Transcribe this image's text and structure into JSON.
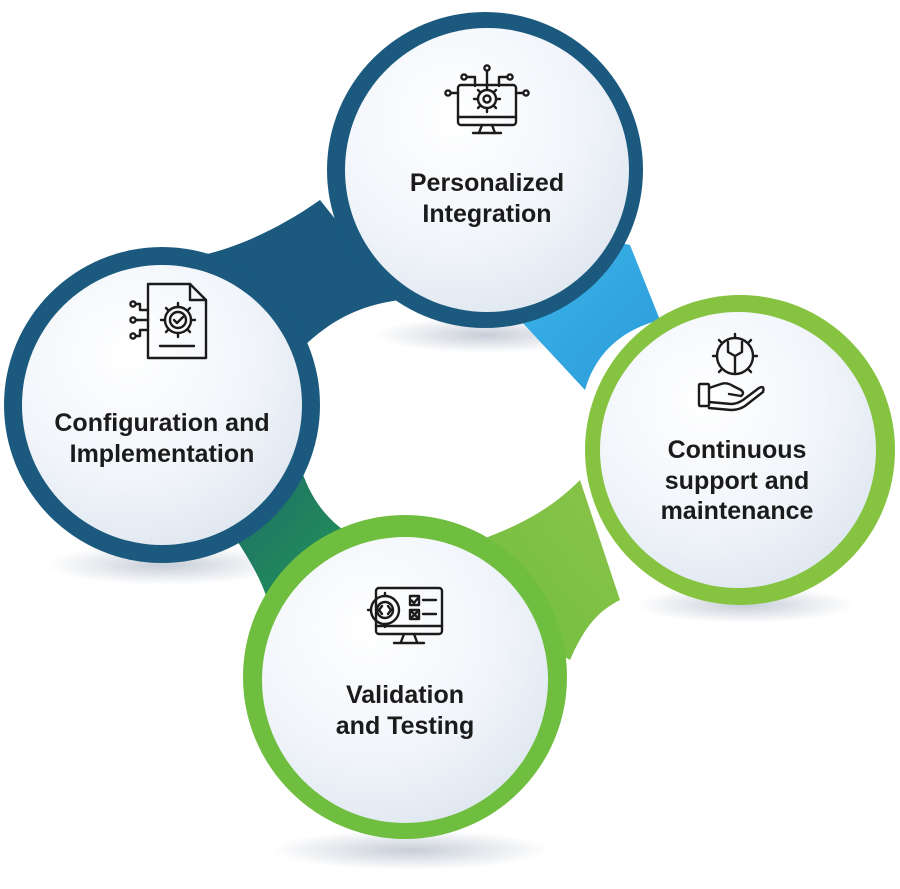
{
  "colors": {
    "navy": "#1b5a7e",
    "sky": "#3ab3ea",
    "green": "#82c13f",
    "teal": "#1f8a63",
    "text": "#1b1b1b"
  },
  "nodes": {
    "personalized": {
      "line1": "Personalized",
      "line2": "Integration",
      "icon": "monitor-gear-circuit-icon"
    },
    "configuration": {
      "line1": "Configuration and",
      "line2": "Implementation",
      "icon": "document-gear-check-icon"
    },
    "continuous": {
      "line1": "Continuous",
      "line2": "support and",
      "line3": "maintenance",
      "icon": "hand-gear-wrench-icon"
    },
    "validation": {
      "line1": "Validation",
      "line2": "and Testing",
      "icon": "monitor-code-checklist-icon"
    }
  }
}
